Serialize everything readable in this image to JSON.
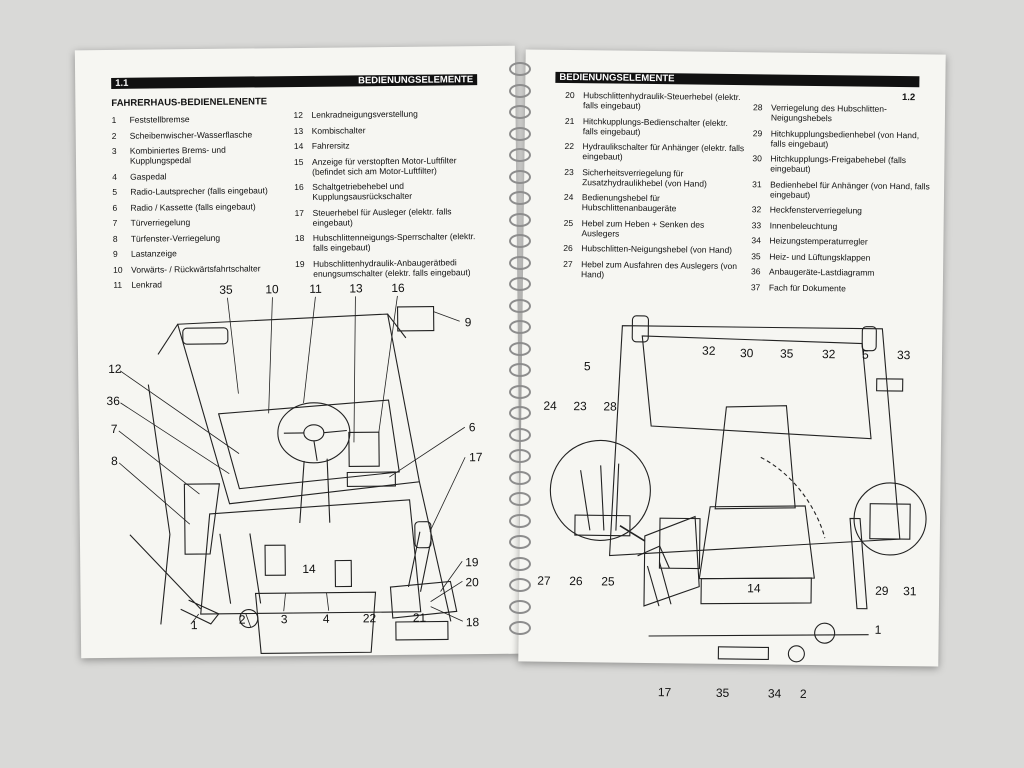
{
  "left_page": {
    "section_number": "1.1",
    "section_title": "BEDIENUNGSELEMENTE",
    "subtitle": "FAHRERHAUS-BEDIENELENENTE",
    "items_col1": [
      {
        "num": "1",
        "text": "Feststellbremse"
      },
      {
        "num": "2",
        "text": "Scheibenwischer-Wasserflasche"
      },
      {
        "num": "3",
        "text": "Kombiniertes Brems- und Kupplungspedal"
      },
      {
        "num": "4",
        "text": "Gaspedal"
      },
      {
        "num": "5",
        "text": "Radio-Lautsprecher (falls eingebaut)"
      },
      {
        "num": "6",
        "text": "Radio / Kassette (falls eingebaut)"
      },
      {
        "num": "7",
        "text": "Türverriegelung"
      },
      {
        "num": "8",
        "text": "Türfenster-Verriegelung"
      },
      {
        "num": "9",
        "text": "Lastanzeige"
      },
      {
        "num": "10",
        "text": "Vorwärts- / Rückwärtsfahrtschalter"
      },
      {
        "num": "11",
        "text": "Lenkrad"
      }
    ],
    "items_col2": [
      {
        "num": "12",
        "text": "Lenkradneigungsverstellung"
      },
      {
        "num": "13",
        "text": "Kombischalter"
      },
      {
        "num": "14",
        "text": "Fahrersitz"
      },
      {
        "num": "15",
        "text": "Anzeige für verstopften Motor-Luftfilter (befindet sich am Motor-Luftfilter)"
      },
      {
        "num": "16",
        "text": "Schaltgetriebehebel und Kupplungsausrückschalter"
      },
      {
        "num": "17",
        "text": "Steuerhebel für Ausleger (elektr. falls eingebaut)"
      },
      {
        "num": "18",
        "text": "Hubschlittenneigungs-Sperrschalter (elektr. falls eingebaut)"
      },
      {
        "num": "19",
        "text": "Hubschlittenhydraulik-Anbaugerätbedi enungsumschalter (elektr. falls eingebaut)"
      }
    ],
    "callouts": [
      "35",
      "10",
      "11",
      "13",
      "16",
      "9",
      "12",
      "36",
      "7",
      "8",
      "6",
      "17",
      "19",
      "20",
      "18",
      "21",
      "22",
      "4",
      "3",
      "2",
      "1",
      "14"
    ]
  },
  "right_page": {
    "section_number": "1.2",
    "section_title": "BEDIENUNGSELEMENTE",
    "items_col1": [
      {
        "num": "20",
        "text": "Hubschlittenhydraulik-Steuerhebel (elektr. falls eingebaut)"
      },
      {
        "num": "21",
        "text": "Hitchkupplungs-Bedienschalter (elektr. falls eingebaut)"
      },
      {
        "num": "22",
        "text": "Hydraulikschalter für Anhänger (elektr. falls eingebaut)"
      },
      {
        "num": "23",
        "text": "Sicherheitsverriegelung für Zusatzhydraulikhebel (von Hand)"
      },
      {
        "num": "24",
        "text": "Bedienungshebel für Hubschlittenanbaugeräte"
      },
      {
        "num": "25",
        "text": "Hebel zum Heben + Senken des Auslegers"
      },
      {
        "num": "26",
        "text": "Hubschlitten-Neigungshebel (von Hand)"
      },
      {
        "num": "27",
        "text": "Hebel zum Ausfahren des Auslegers (von Hand)"
      }
    ],
    "items_col2": [
      {
        "num": "28",
        "text": "Verriegelung des Hubschlitten-Neigungshebels"
      },
      {
        "num": "29",
        "text": "Hitchkupplungsbedienhebel (von Hand, falls eingebaut)"
      },
      {
        "num": "30",
        "text": "Hitchkupplungs-Freigabehebel (falls eingebaut)"
      },
      {
        "num": "31",
        "text": "Bedienhebel für Anhänger (von Hand, falls eingebaut)"
      },
      {
        "num": "32",
        "text": "Heckfensterverriegelung"
      },
      {
        "num": "33",
        "text": "Innenbeleuchtung"
      },
      {
        "num": "34",
        "text": "Heizungstemperaturregler"
      },
      {
        "num": "35",
        "text": "Heiz- und Lüftungsklappen"
      },
      {
        "num": "36",
        "text": "Anbaugeräte-Lastdiagramm"
      },
      {
        "num": "37",
        "text": "Fach für Dokumente"
      }
    ],
    "callouts": [
      "5",
      "32",
      "30",
      "35",
      "32",
      "5",
      "33",
      "24",
      "23",
      "28",
      "27",
      "26",
      "25",
      "14",
      "29",
      "31",
      "1",
      "17",
      "35",
      "34",
      "2"
    ]
  }
}
